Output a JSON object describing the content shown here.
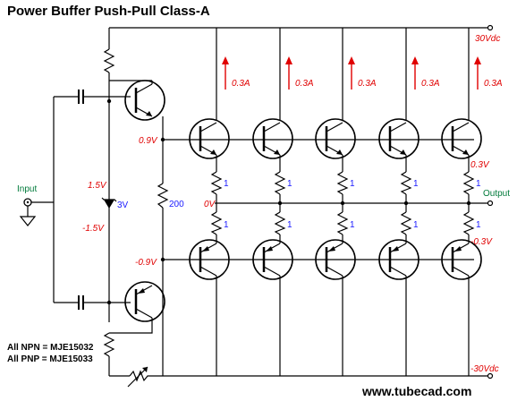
{
  "diagram": {
    "title": "Power Buffer Push-Pull Class-A",
    "labels": {
      "supply_pos": "30Vdc",
      "supply_neg": "-30Vdc",
      "input": "Input",
      "output": "Output",
      "npn_base": "0.9V",
      "pnp_base": "-0.9V",
      "zener_top": "1.5V",
      "zener_bottom": "-1.5V",
      "zener_value": "3V",
      "bias_resistor": "200",
      "output_node": "0V",
      "emitter_pos": "0.3V",
      "emitter_neg": "-0.3V",
      "emitter_resistor": "1",
      "current": "0.3A",
      "npn_note": "All NPN = MJE15032",
      "pnp_note": "All PNP = MJE15033",
      "website": "www.tubecad.com"
    },
    "colors": {
      "red": "#e00000",
      "blue": "#1a1aff",
      "green": "#007a3a"
    }
  }
}
